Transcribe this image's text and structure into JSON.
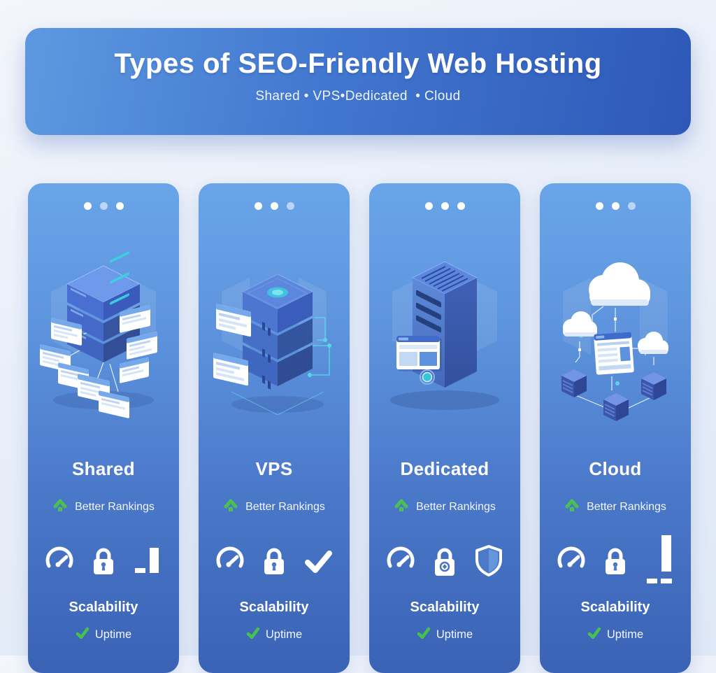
{
  "header": {
    "title": "Types of SEO-Friendly Web Hosting",
    "subtitle": "Shared • VPS•Dedicated  • Cloud"
  },
  "colors": {
    "page_background": "#e8eef9",
    "header_gradient_left": "#5d99e0",
    "header_gradient_right": "#2d58b8",
    "card_gradient_top": "#6aa5e8",
    "card_gradient_bottom": "#3a62b5",
    "accent_green": "#4cc152",
    "accent_teal": "#45d0e2",
    "text_white": "#ffffff"
  },
  "cards": [
    {
      "title": "Shared",
      "ranking_label": "Better Rankings",
      "scalability_label": "Scalability",
      "uptime_label": "Uptime",
      "illustration": "shared-server-network",
      "feature_icons": [
        "speedometer-icon",
        "lock-icon",
        "bar-chart-icon"
      ]
    },
    {
      "title": "VPS",
      "ranking_label": "Better Rankings",
      "scalability_label": "Scalability",
      "uptime_label": "Uptime",
      "illustration": "vps-server-stack",
      "feature_icons": [
        "speedometer-icon",
        "lock-icon",
        "checkmark-icon"
      ]
    },
    {
      "title": "Dedicated",
      "ranking_label": "Better Rankings",
      "scalability_label": "Scalability",
      "uptime_label": "Uptime",
      "illustration": "dedicated-server-tower",
      "feature_icons": [
        "speedometer-icon",
        "secure-lock-icon",
        "shield-icon"
      ]
    },
    {
      "title": "Cloud",
      "ranking_label": "Better Rankings",
      "scalability_label": "Scalability",
      "uptime_label": "Uptime",
      "illustration": "cloud-hosting-network",
      "feature_icons": [
        "speedometer-icon",
        "lock-icon",
        "uptime-bar-icon"
      ]
    }
  ]
}
